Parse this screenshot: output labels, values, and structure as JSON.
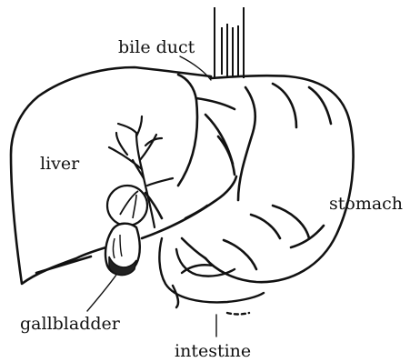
{
  "diagram": {
    "labels": {
      "bile_duct": "bile duct",
      "liver": "liver",
      "stomach": "stomach",
      "gallbladder": "gallbladder",
      "intestine": "intestine"
    },
    "colors": {
      "ink": "#111111",
      "background": "#ffffff"
    }
  }
}
